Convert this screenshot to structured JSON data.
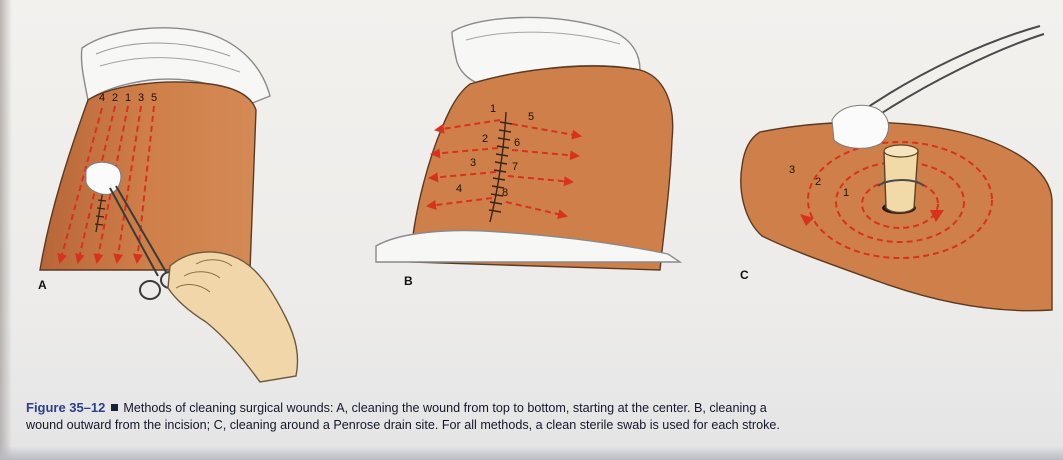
{
  "panels": {
    "a": {
      "label": "A",
      "numbers": [
        "4",
        "2",
        "1",
        "3",
        "5"
      ]
    },
    "b": {
      "label": "B",
      "numbers": [
        "1",
        "5",
        "2",
        "6",
        "3",
        "7",
        "4",
        "8"
      ]
    },
    "c": {
      "label": "C",
      "numbers": [
        "3",
        "2",
        "1"
      ]
    }
  },
  "caption": {
    "figure_label": "Figure",
    "figure_number": "35–12",
    "line1": "Methods of cleaning surgical wounds: A, cleaning the wound from top to bottom, starting at the center. B, cleaning a",
    "line2": "wound outward from the incision; C, cleaning around a Penrose drain site. For all methods, a clean sterile swab is used for each stroke."
  },
  "colors": {
    "skin": "#cf7f49",
    "skin_shade": "#b9673a",
    "arrow": "#d8321f",
    "drape": "#f7f7f6",
    "glove": "#f0d6a8",
    "caption_blue": "#2b3f8a"
  }
}
